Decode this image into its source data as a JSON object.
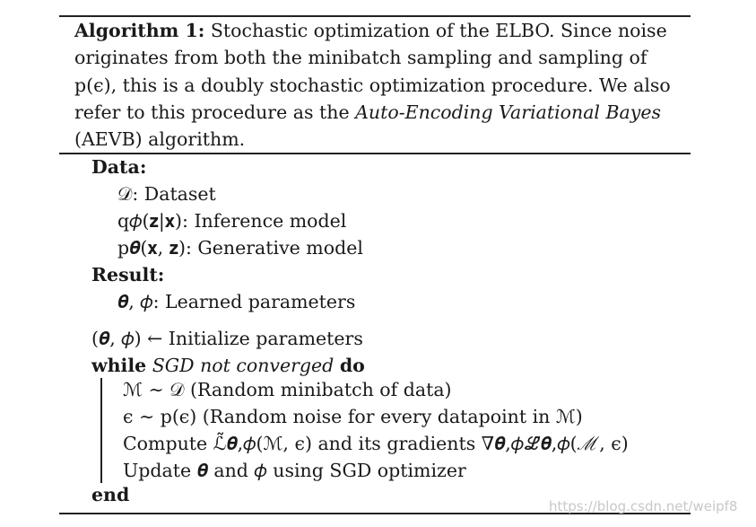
{
  "algorithm": {
    "title": "Algorithm 1:",
    "caption_1": " Stochastic optimization of the ELBO. Since noise originates from both the minibatch sampling and sampling of p(ϵ), this is a doubly stochastic optimization procedure. We also refer to this procedure as the ",
    "caption_italic": "Auto-Encoding Variational Bayes",
    "caption_2": " (AEVB) algorithm.",
    "data_label": "Data:",
    "data_items": [
      "𝒟: Dataset",
      "q𝜙(𝐳|𝐱): Inference model",
      "p𝜽(𝐱, 𝐳): Generative model"
    ],
    "result_label": "Result:",
    "result_items": [
      "𝜽, 𝜙: Learned parameters"
    ],
    "init_line": "(𝜽, 𝜙) ← Initialize parameters",
    "while_kw": "while",
    "while_cond": "SGD not converged",
    "do_kw": "do",
    "loop_lines": [
      "ℳ ∼ 𝒟 (Random minibatch of data)",
      "ϵ ∼ p(ϵ) (Random noise for every datapoint in ℳ)",
      "Compute ℒ̃𝜽,𝜙(ℳ, ϵ) and its gradients ∇𝜽,𝜙ℒ̃𝜽,𝜙(ℳ, ϵ)",
      "Update 𝜽 and 𝜙 using SGD optimizer"
    ],
    "end_kw": "end"
  },
  "watermark": "https://blog.csdn.net/weipf8"
}
